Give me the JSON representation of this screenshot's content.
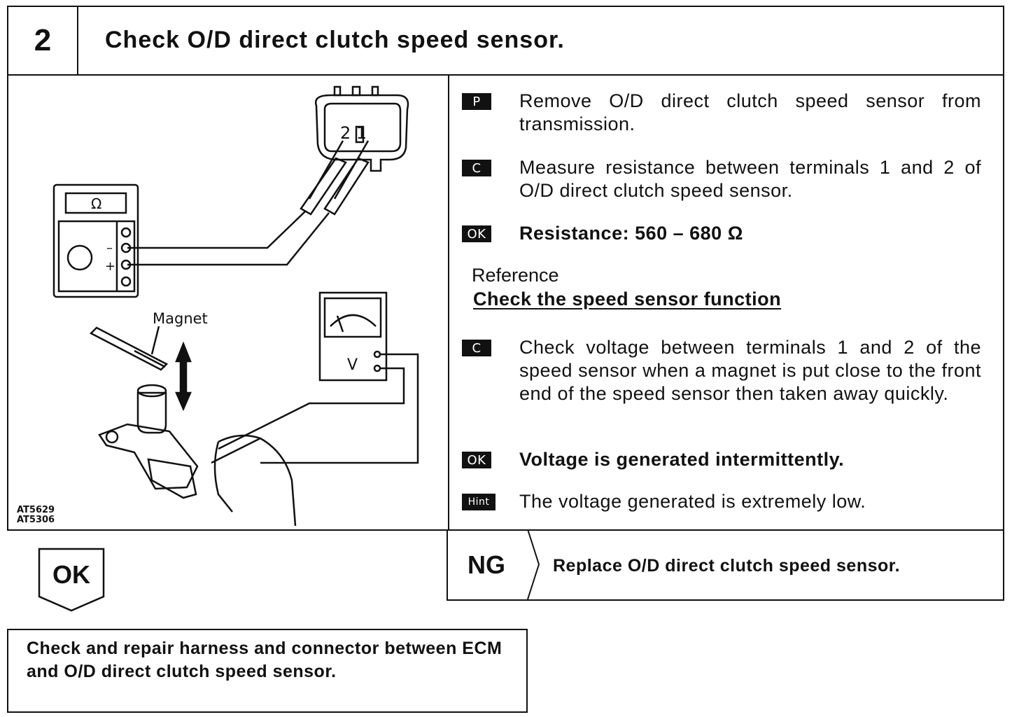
{
  "step": {
    "number": "2",
    "title": "Check O/D direct clutch speed sensor."
  },
  "illustration": {
    "ohm_symbol": "Ω",
    "minus_sign": "–",
    "plus_sign": "+",
    "connector_terminals": "2 1",
    "magnet_label": "Magnet",
    "voltmeter_label": "V",
    "figure_codes": [
      "AT5629",
      "AT5306"
    ]
  },
  "instructions": [
    {
      "badge": "P",
      "text": "Remove O/D direct clutch speed sensor from transmission.",
      "bold": false
    },
    {
      "badge": "C",
      "text": "Measure resistance between terminals 1 and 2 of O/D direct clutch speed sensor.",
      "bold": false
    },
    {
      "badge": "OK",
      "text": "Resistance:   560 – 680 Ω",
      "bold": true
    },
    {
      "badge": "C",
      "text": "Check voltage between terminals 1 and 2 of the speed sensor when a magnet is put close to the front end of the speed sensor then taken away quickly.",
      "bold": false
    },
    {
      "badge": "OK",
      "text": "Voltage is generated intermittently.",
      "bold": true
    },
    {
      "badge": "Hint",
      "text": "The voltage generated is extremely low.",
      "bold": false
    }
  ],
  "reference": {
    "label": "Reference",
    "link": "Check the speed sensor function"
  },
  "ng": {
    "label": "NG",
    "action": "Replace O/D direct clutch speed sensor."
  },
  "ok": {
    "label": "OK",
    "action": "Check and repair harness and connector between ECM and O/D direct clutch speed sensor."
  }
}
